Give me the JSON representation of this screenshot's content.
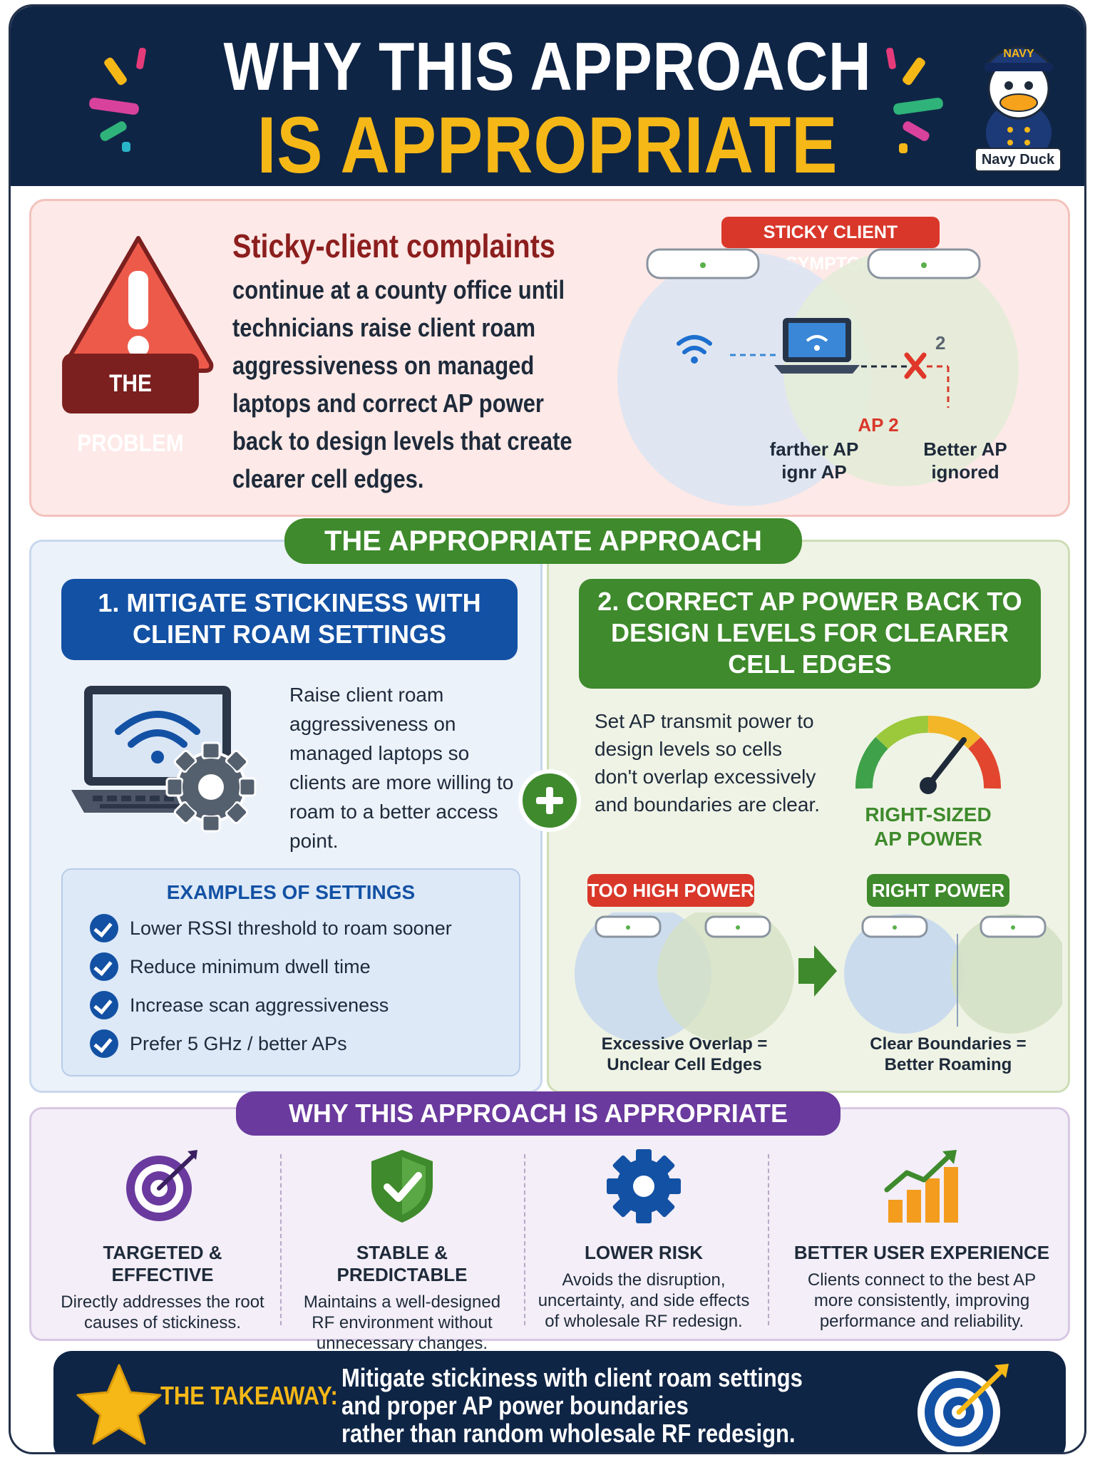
{
  "header": {
    "title_line1": "WHY THIS APPROACH",
    "title_line2": "IS APPROPRIATE",
    "mascot_cap": "NAVY",
    "mascot_label": "Navy Duck"
  },
  "problem": {
    "badge": "THE PROBLEM",
    "title": "Sticky-client complaints",
    "body": "continue at a county office until technicians raise client roam aggressiveness on managed laptops and correct AP power back to design levels that create clearer cell edges.",
    "symptom_badge": "STICKY CLIENT SYMPTOM",
    "diagram": {
      "ap2_marker": "2",
      "ap2_label": "AP 2",
      "left_caption_line1": "farther AP",
      "left_caption_line2": "ignr AP",
      "right_caption_line1": "Better AP",
      "right_caption_line2": "ignored"
    }
  },
  "approach": {
    "banner": "THE APPROPRIATE APPROACH",
    "step1": {
      "heading_line1": "1. MITIGATE STICKINESS WITH",
      "heading_line2": "CLIENT ROAM SETTINGS",
      "text": "Raise client roam aggressiveness on managed laptops so clients are more willing to roam to a better access point.",
      "examples_title": "EXAMPLES OF SETTINGS",
      "examples": [
        "Lower RSSI threshold to roam sooner",
        "Reduce minimum dwell time",
        "Increase scan aggressiveness",
        "Prefer 5 GHz / better APs"
      ]
    },
    "step2": {
      "heading_line1": "2. CORRECT AP POWER BACK TO",
      "heading_line2": "DESIGN LEVELS FOR CLEARER",
      "heading_line3": "CELL EDGES",
      "text": "Set AP transmit power to design levels so cells don't overlap excessively and boundaries are clear.",
      "gauge_label_line1": "RIGHT-SIZED",
      "gauge_label_line2": "AP POWER",
      "too_high": "TOO HIGH POWER",
      "right": "RIGHT POWER",
      "too_high_caption_line1": "Excessive Overlap =",
      "too_high_caption_line2": "Unclear Cell Edges",
      "right_caption_line1": "Clear Boundaries =",
      "right_caption_line2": "Better Roaming"
    }
  },
  "why": {
    "banner": "WHY THIS APPROACH IS APPROPRIATE",
    "items": [
      {
        "title": "TARGETED & EFFECTIVE",
        "text": "Directly addresses the root causes of stickiness.",
        "icon": "target-icon"
      },
      {
        "title": "STABLE & PREDICTABLE",
        "text": "Maintains a well-designed RF environment without unnecessary changes.",
        "icon": "shield-check-icon"
      },
      {
        "title": "LOWER RISK",
        "text": "Avoids the disruption, uncertainty, and side effects of wholesale RF redesign.",
        "icon": "gear-icon"
      },
      {
        "title": "BETTER USER EXPERIENCE",
        "text": "Clients connect to the best AP more consistently, improving performance and reliability.",
        "icon": "growth-chart-icon"
      }
    ]
  },
  "takeaway": {
    "label": "THE TAKEAWAY:",
    "line1": "Mitigate stickiness with client roam settings",
    "line2": "and proper AP power boundaries",
    "line3": "rather than random wholesale RF redesign."
  },
  "colors": {
    "navy": "#0f2546",
    "gold": "#f6b817",
    "problem_red": "#8c1e1e",
    "alert_red": "#d9372a",
    "blue": "#1351a4",
    "green": "#3e8a2c",
    "purple": "#6a3a9e"
  }
}
